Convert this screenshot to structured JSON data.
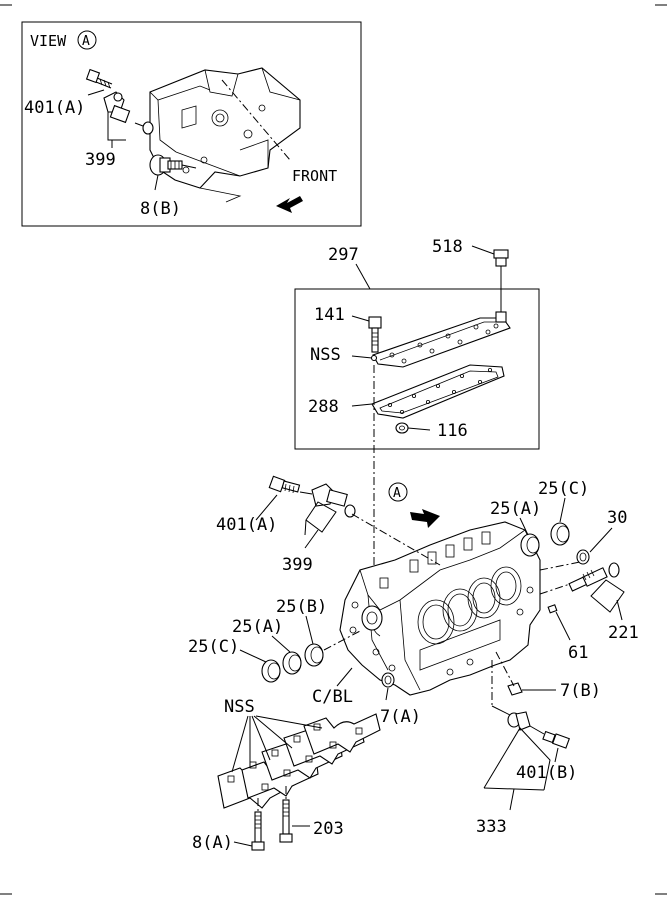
{
  "view_box": {
    "title": "VIEW",
    "circle_letter": "A",
    "front_label": "FRONT",
    "labels": {
      "bolt": "401(A)",
      "sensor": "399",
      "plug": "8(B)"
    }
  },
  "labels": {
    "oil_pan_assy": "297",
    "sensor_top": "518",
    "bolt_141": "141",
    "nss_top": "NSS",
    "gasket": "288",
    "plug_116": "116",
    "view_marker": "A",
    "bolt_401a": "401(A)",
    "sensor_399": "399",
    "bearing_25c_right": "25(C)",
    "bearing_25a_right": "25(A)",
    "cup_30": "30",
    "bearing_25b": "25(B)",
    "bearing_25a_left": "25(A)",
    "bearing_25c_left": "25(C)",
    "cylinder_block": "C/BL",
    "plug_7a": "7(A)",
    "plug_7b": "7(B)",
    "pin_61": "61",
    "sensor_221": "221",
    "nss_bottom": "NSS",
    "plug_8a": "8(A)",
    "bolt_203": "203",
    "bolt_401b": "401(B)",
    "sensor_333": "333"
  }
}
